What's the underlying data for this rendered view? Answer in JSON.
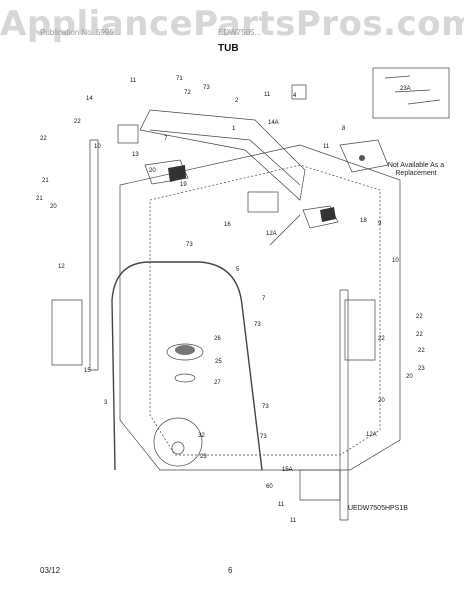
{
  "header": {
    "watermark": "AppliancePartsPros.com",
    "left_text": "Publication No. 5995...",
    "model_text": "EDW7505...",
    "title": "TUB"
  },
  "note": {
    "text": "Not Available As a Replacement"
  },
  "model_code": "UEDW7505HPS1B",
  "footer": {
    "date": "03/12",
    "page": "6"
  },
  "callouts": [
    {
      "key": "c11a",
      "text": "11"
    },
    {
      "key": "c71",
      "text": "71"
    },
    {
      "key": "c72",
      "text": "72"
    },
    {
      "key": "c14a",
      "text": "14"
    },
    {
      "key": "c73a",
      "text": "73"
    },
    {
      "key": "c2",
      "text": "2"
    },
    {
      "key": "c11b",
      "text": "11"
    },
    {
      "key": "c4",
      "text": "4"
    },
    {
      "key": "c1",
      "text": "1"
    },
    {
      "key": "c14A",
      "text": "14A"
    },
    {
      "key": "c22a",
      "text": "22"
    },
    {
      "key": "c13",
      "text": "13"
    },
    {
      "key": "c7",
      "text": "7"
    },
    {
      "key": "c8",
      "text": "8"
    },
    {
      "key": "c22b",
      "text": "22"
    },
    {
      "key": "c10a",
      "text": "10"
    },
    {
      "key": "c11c",
      "text": "11"
    },
    {
      "key": "c20a",
      "text": "20"
    },
    {
      "key": "c19",
      "text": "19"
    },
    {
      "key": "c21a",
      "text": "21"
    },
    {
      "key": "c21b",
      "text": "21"
    },
    {
      "key": "c20b",
      "text": "20"
    },
    {
      "key": "c12A",
      "text": "12A"
    },
    {
      "key": "c18",
      "text": "18"
    },
    {
      "key": "c16",
      "text": "16"
    },
    {
      "key": "c73b",
      "text": "73"
    },
    {
      "key": "c9",
      "text": "9"
    },
    {
      "key": "c5",
      "text": "5"
    },
    {
      "key": "c12",
      "text": "12"
    },
    {
      "key": "c10b",
      "text": "10"
    },
    {
      "key": "c7b",
      "text": "7"
    },
    {
      "key": "c22c",
      "text": "22"
    },
    {
      "key": "c73c",
      "text": "73"
    },
    {
      "key": "c26",
      "text": "26"
    },
    {
      "key": "c25",
      "text": "25"
    },
    {
      "key": "c27",
      "text": "27"
    },
    {
      "key": "c15",
      "text": "15"
    },
    {
      "key": "c3",
      "text": "3"
    },
    {
      "key": "c73d",
      "text": "73"
    },
    {
      "key": "c73e",
      "text": "73"
    },
    {
      "key": "c32",
      "text": "32"
    },
    {
      "key": "c23",
      "text": "23"
    },
    {
      "key": "c22d",
      "text": "22"
    },
    {
      "key": "c20c",
      "text": "20"
    },
    {
      "key": "c12A2",
      "text": "12A"
    },
    {
      "key": "c15A",
      "text": "15A"
    },
    {
      "key": "c60",
      "text": "60"
    },
    {
      "key": "c11d",
      "text": "11"
    },
    {
      "key": "c11e",
      "text": "11"
    },
    {
      "key": "c22e",
      "text": "22"
    },
    {
      "key": "c23b",
      "text": "23"
    },
    {
      "key": "c23A",
      "text": "23A"
    },
    {
      "key": "c20d",
      "text": "20"
    },
    {
      "key": "c22f",
      "text": "22"
    }
  ]
}
